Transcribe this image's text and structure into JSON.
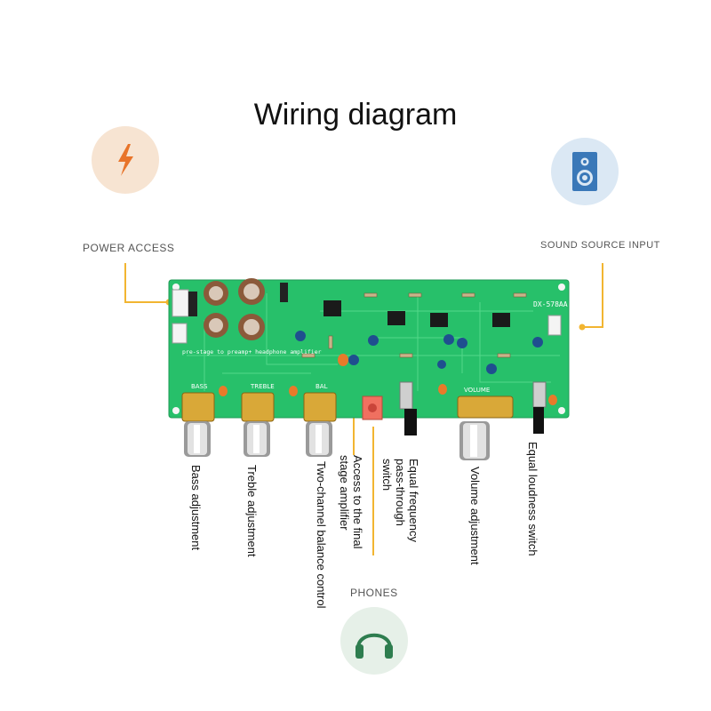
{
  "title": "Wiring diagram",
  "power_access": {
    "label": "POWER ACCESS",
    "icon": "lightning-icon",
    "color": "#e8742a"
  },
  "sound_source": {
    "label": "SOUND SOURCE INPUT",
    "icon": "speaker-icon",
    "color": "#3a78b8"
  },
  "phones": {
    "label": "PHONES",
    "icon": "headphones-icon",
    "color": "#2e7d4f"
  },
  "connector_color": "#f2b531",
  "board": {
    "color": "#27c06a",
    "model": "DX-578AA",
    "silkscreen": "pre-stage to preamp+ headphone amplifier",
    "knob_labels": [
      "BASS",
      "TREBLE",
      "BAL",
      "VOLUME"
    ]
  },
  "controls": [
    {
      "label": "Bass adjustment"
    },
    {
      "label": "Treble adjustment"
    },
    {
      "label": "Two-channel balance control"
    },
    {
      "label": "Access to the final stage amplifier"
    },
    {
      "label": "Equal frequency pass-through switch"
    },
    {
      "label": "Volume adjustment"
    },
    {
      "label": "Equal loudness switch"
    }
  ]
}
